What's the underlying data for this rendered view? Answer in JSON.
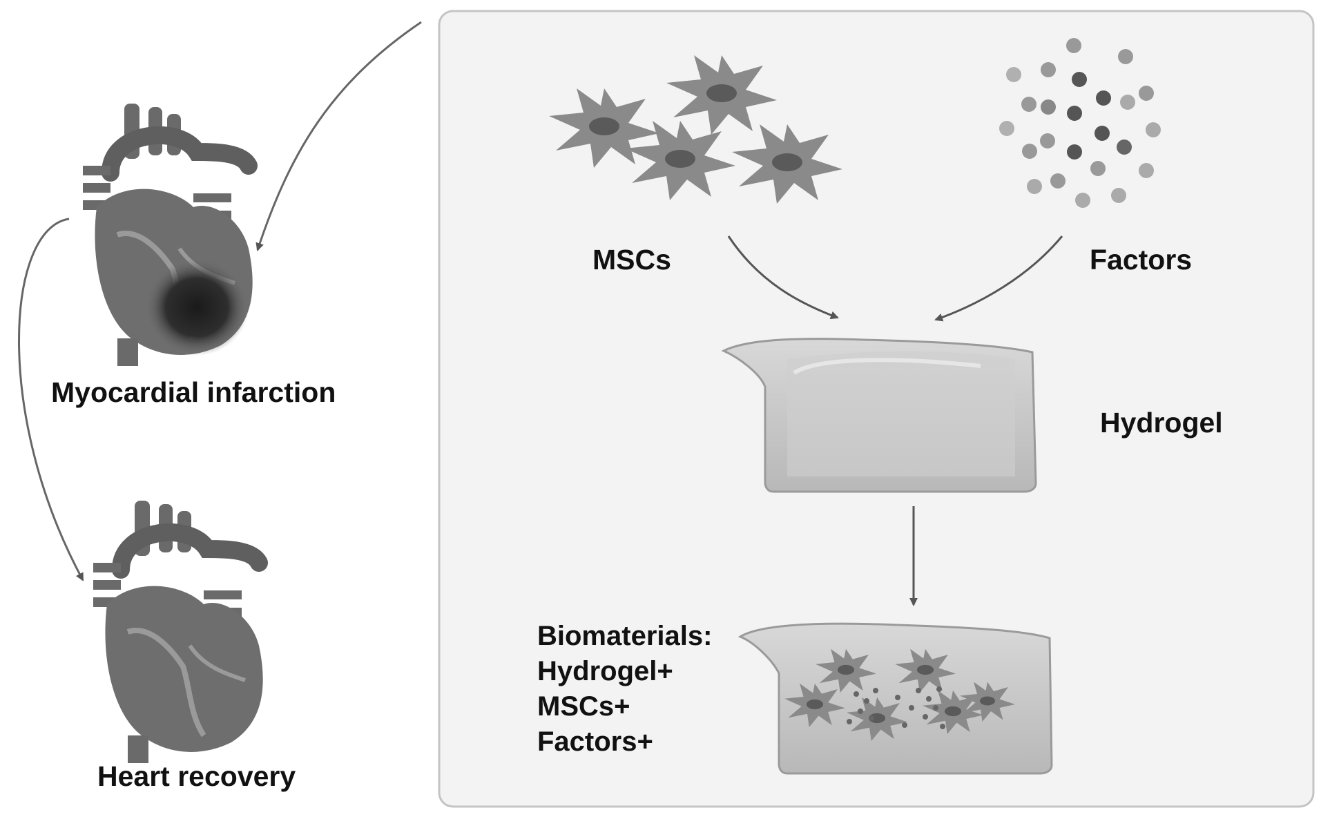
{
  "labels": {
    "myocardial_infarction": "Myocardial infarction",
    "heart_recovery": "Heart recovery",
    "mscs": "MSCs",
    "factors": "Factors",
    "hydrogel": "Hydrogel",
    "biomaterials": [
      "Biomaterials:",
      "Hydrogel+",
      "MSCs+",
      "Factors+"
    ]
  },
  "icons": [
    "heart-infarcted-icon",
    "heart-healthy-icon",
    "msc-cell-icon",
    "factor-dot-icon",
    "hydrogel-block-icon",
    "hydrogel-composite-icon"
  ],
  "colors": {
    "tissue": "#6e6e6e",
    "infarct": "#1f1f1f",
    "panel_border": "#c4c4c4",
    "arrow": "#555555",
    "gel": "#c9c9c9"
  }
}
